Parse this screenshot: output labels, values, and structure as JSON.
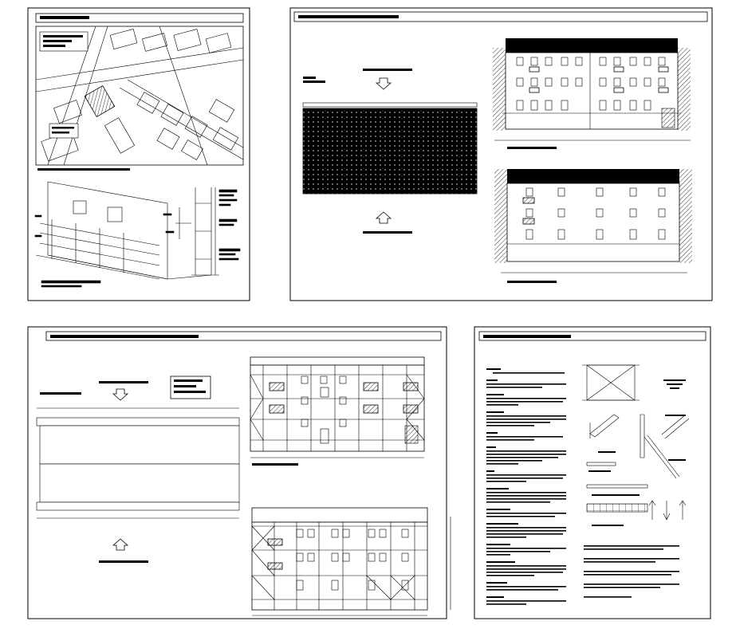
{
  "sheets": [
    {
      "id": "sheet-1",
      "title_label": ""
    },
    {
      "id": "sheet-2",
      "title_label": ""
    },
    {
      "id": "sheet-3",
      "title_label": ""
    },
    {
      "id": "sheet-4",
      "title_label": ""
    }
  ],
  "colors": {
    "ink": "#000000",
    "paper": "#ffffff",
    "hatch": "#333333"
  },
  "icons": [
    "arrow-down-icon",
    "arrow-up-icon",
    "window-icon",
    "balcony-icon",
    "scaffold-clamp-icon"
  ]
}
